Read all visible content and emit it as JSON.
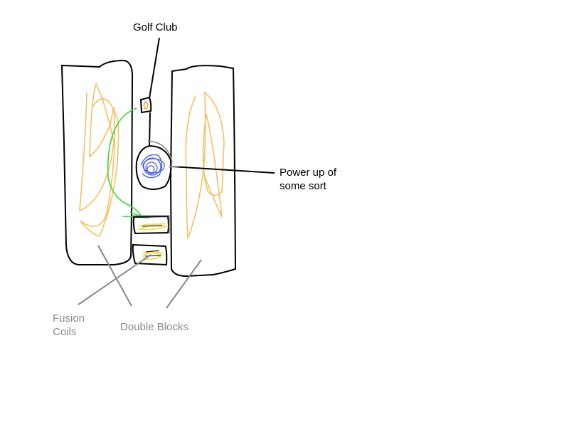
{
  "labels": {
    "golf_club": "Golf Club",
    "power_up_line1": "Power up of",
    "power_up_line2": "some sort",
    "fusion_line1": "Fusion",
    "fusion_line2": "Coils",
    "double_blocks": "Double Blocks"
  },
  "colors": {
    "outline": "#000000",
    "coil": "#f5c060",
    "core_yellow": "#f0e060",
    "wire": "#33dd33",
    "powerup": "#4b5fe0",
    "grey_outline": "#888888",
    "label_grey": "#8a8a8a"
  }
}
